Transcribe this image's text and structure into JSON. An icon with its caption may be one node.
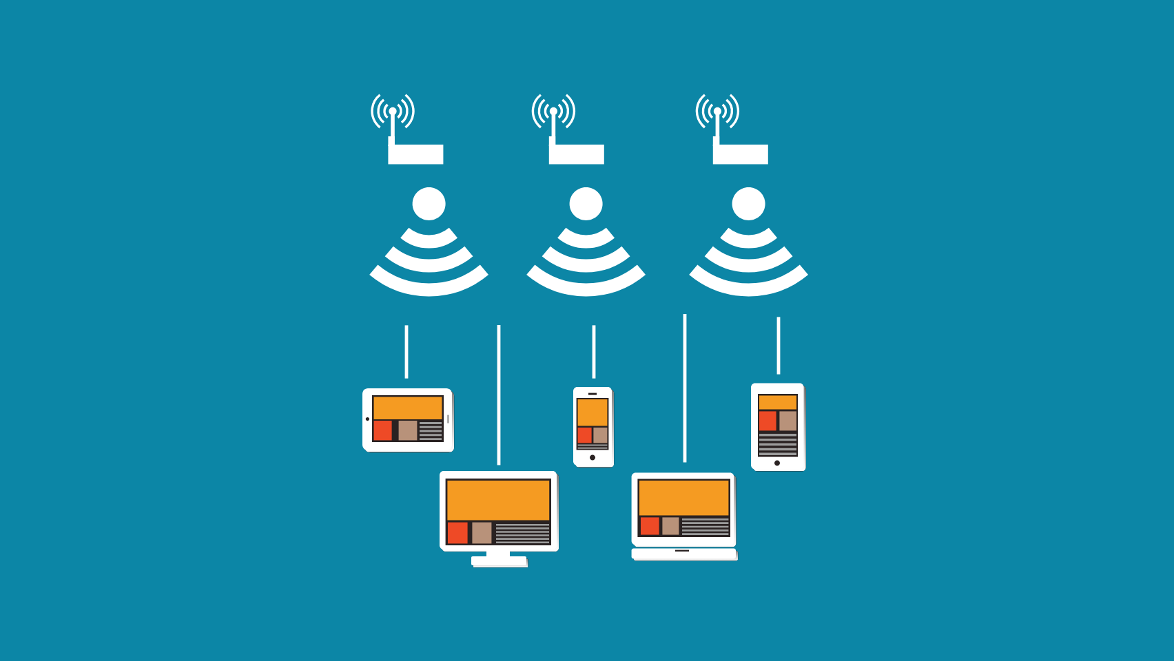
{
  "diagram": {
    "nodes": [
      {
        "text": [],
        "shape": "picture"
      },
      {
        "text": [],
        "shape": "picture"
      },
      {
        "text": [],
        "shape": "picture"
      },
      {
        "text": [],
        "shape": "picture"
      },
      {
        "text": [],
        "shape": "picture"
      },
      {
        "text": [],
        "shape": "picture"
      },
      {
        "text": [],
        "shape": "picture"
      },
      {
        "text": [],
        "shape": "picture"
      },
      {
        "text": [],
        "shape": "picture"
      },
      {
        "text": [],
        "shape": "picture"
      },
      {
        "text": [],
        "shape": "picture"
      }
    ],
    "edges": [
      {
        "from": 3,
        "to": 6,
        "arrow": "none"
      },
      {
        "from": null,
        "to": 9,
        "arrow": "none"
      },
      {
        "from": 4,
        "to": 7,
        "arrow": "none"
      },
      {
        "from": null,
        "to": 10,
        "arrow": "none"
      },
      {
        "from": 5,
        "to": 8,
        "arrow": "none"
      }
    ]
  }
}
